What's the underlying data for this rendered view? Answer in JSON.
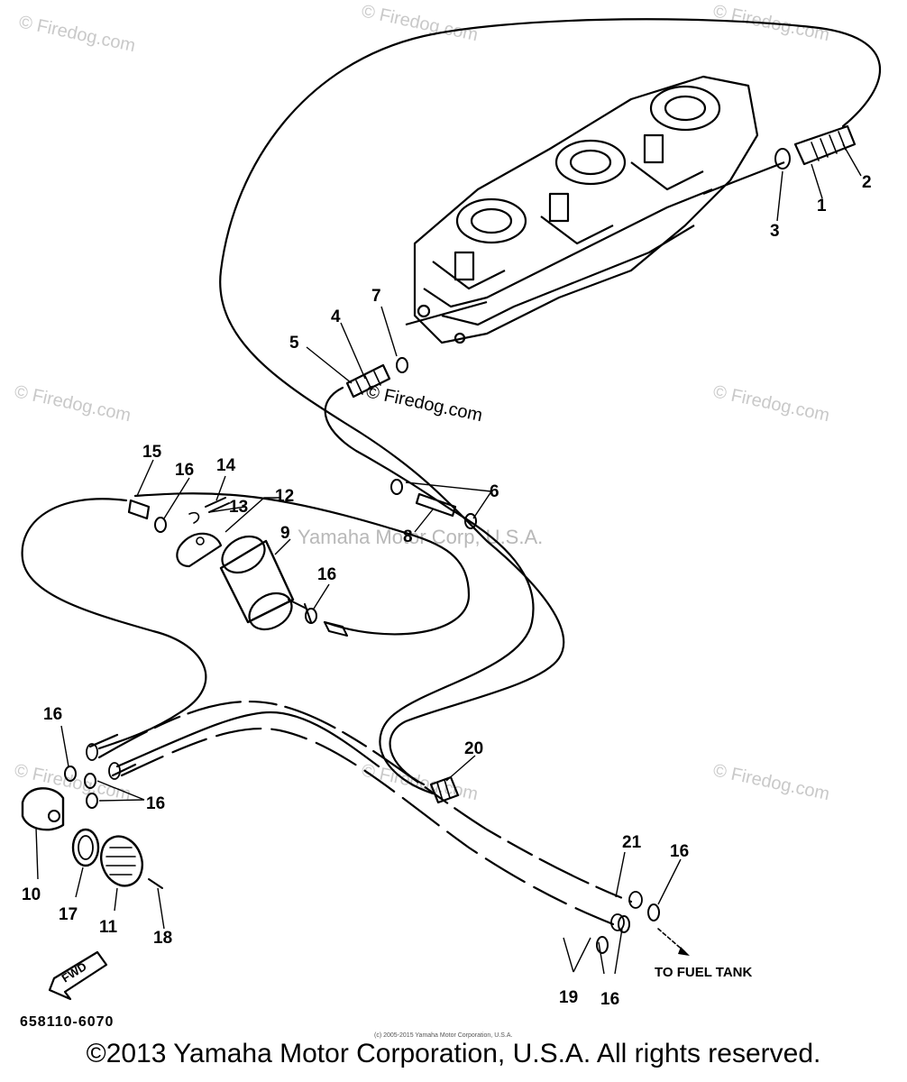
{
  "watermarks": {
    "firedog": "© Firedog.com",
    "firedog_inline": "© Firedog.com",
    "yamaha": "Yamaha Motor Corp, U.S.A."
  },
  "part_numbers": {
    "p1": "1",
    "p2": "2",
    "p3": "3",
    "p4": "4",
    "p5": "5",
    "p6": "6",
    "p7": "7",
    "p8": "8",
    "p9": "9",
    "p10": "10",
    "p11": "11",
    "p12": "12",
    "p13": "13",
    "p14": "14",
    "p15": "15",
    "p16": "16",
    "p17": "17",
    "p18": "18",
    "p19": "19",
    "p20": "20",
    "p21": "21"
  },
  "annotations": {
    "to_fuel_tank": "TO FUEL TANK",
    "fwd": "FWD",
    "diagram_code": "658110-6070",
    "fine_print": "(c) 2005-2015 Yamaha Motor Corporation, U.S.A."
  },
  "footer": {
    "copyright": "©2013 Yamaha Motor Corporation, U.S.A. All rights reserved."
  }
}
